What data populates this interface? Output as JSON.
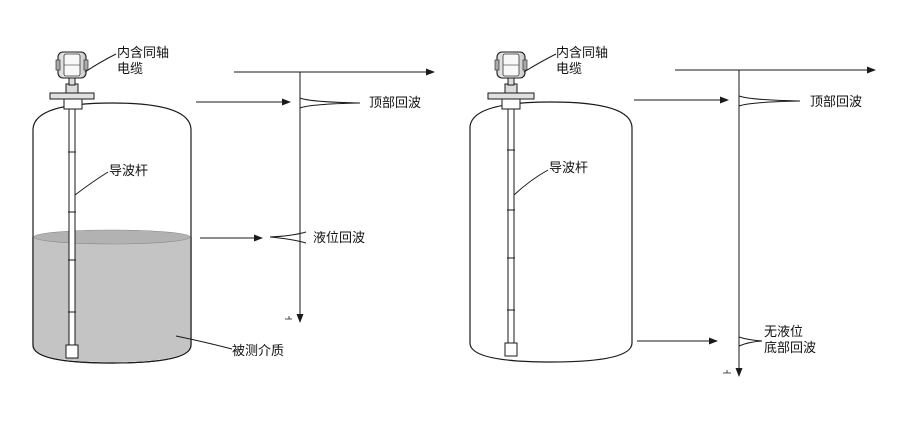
{
  "colors": {
    "line": "#1a1a1a",
    "liquid": "#c4c4c4",
    "liquid_top": "#b4b4b4",
    "tank_fill": "#ffffff",
    "gauge_fill": "#e8e8e8"
  },
  "left": {
    "cable_label_1": "内含同轴",
    "cable_label_2": "电缆",
    "rod_label": "导波杆",
    "top_echo_label": "顶部回波",
    "level_echo_label": "液位回波",
    "medium_label": "被测介质"
  },
  "right": {
    "cable_label_1": "内含同轴",
    "cable_label_2": "电缆",
    "rod_label": "导波杆",
    "top_echo_label": "顶部回波",
    "bottom_label_1": "无液位",
    "bottom_label_2": "底部回波"
  }
}
